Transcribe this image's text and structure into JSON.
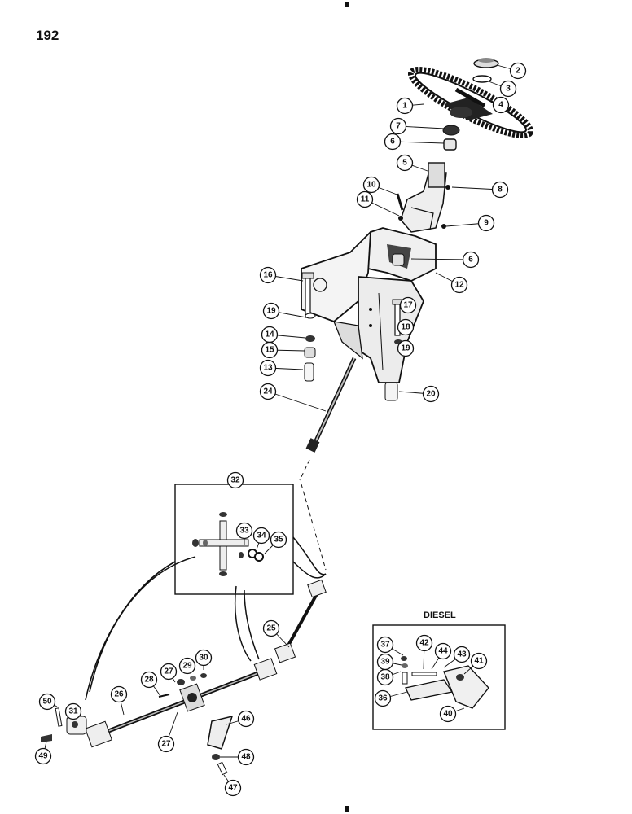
{
  "page": {
    "number": "192"
  },
  "inset_label": "DIESEL",
  "callouts": [
    "1",
    "2",
    "3",
    "4",
    "5",
    "6",
    "6",
    "7",
    "8",
    "9",
    "10",
    "11",
    "12",
    "13",
    "14",
    "15",
    "16",
    "17",
    "18",
    "19",
    "19",
    "20",
    "24",
    "25",
    "26",
    "27",
    "27",
    "28",
    "29",
    "30",
    "31",
    "32",
    "33",
    "34",
    "35",
    "36",
    "37",
    "38",
    "39",
    "40",
    "41",
    "42",
    "43",
    "44",
    "46",
    "47",
    "48",
    "49",
    "50"
  ]
}
